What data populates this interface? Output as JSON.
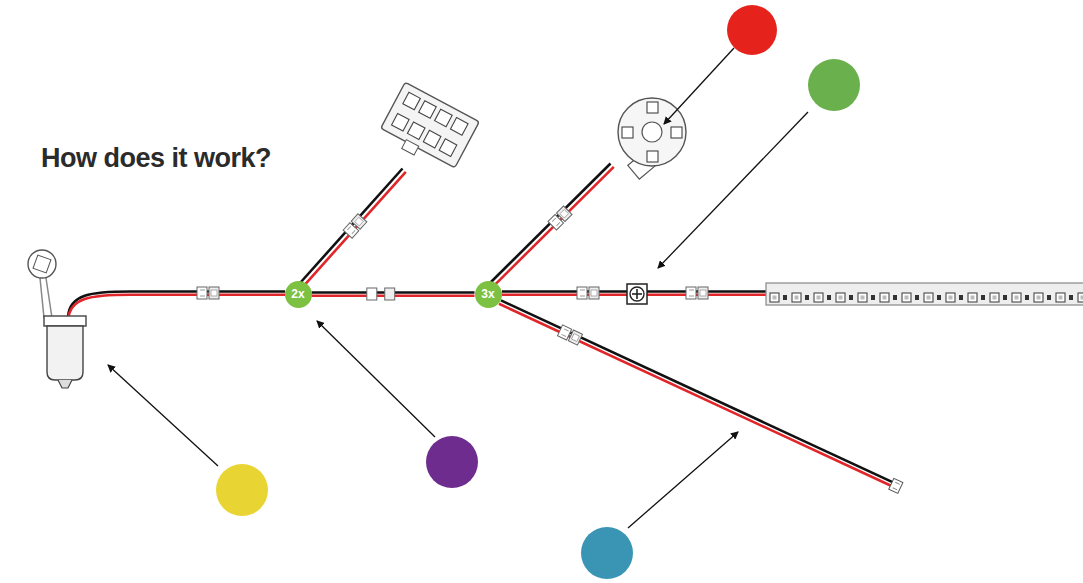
{
  "diagram": {
    "title": "How does it work?",
    "nodes": [
      {
        "text": [
          "2x"
        ]
      },
      {
        "text": [
          "3x"
        ]
      }
    ],
    "edges": [
      {
        "from": 0,
        "to": 1,
        "arrow": "none"
      }
    ]
  }
}
